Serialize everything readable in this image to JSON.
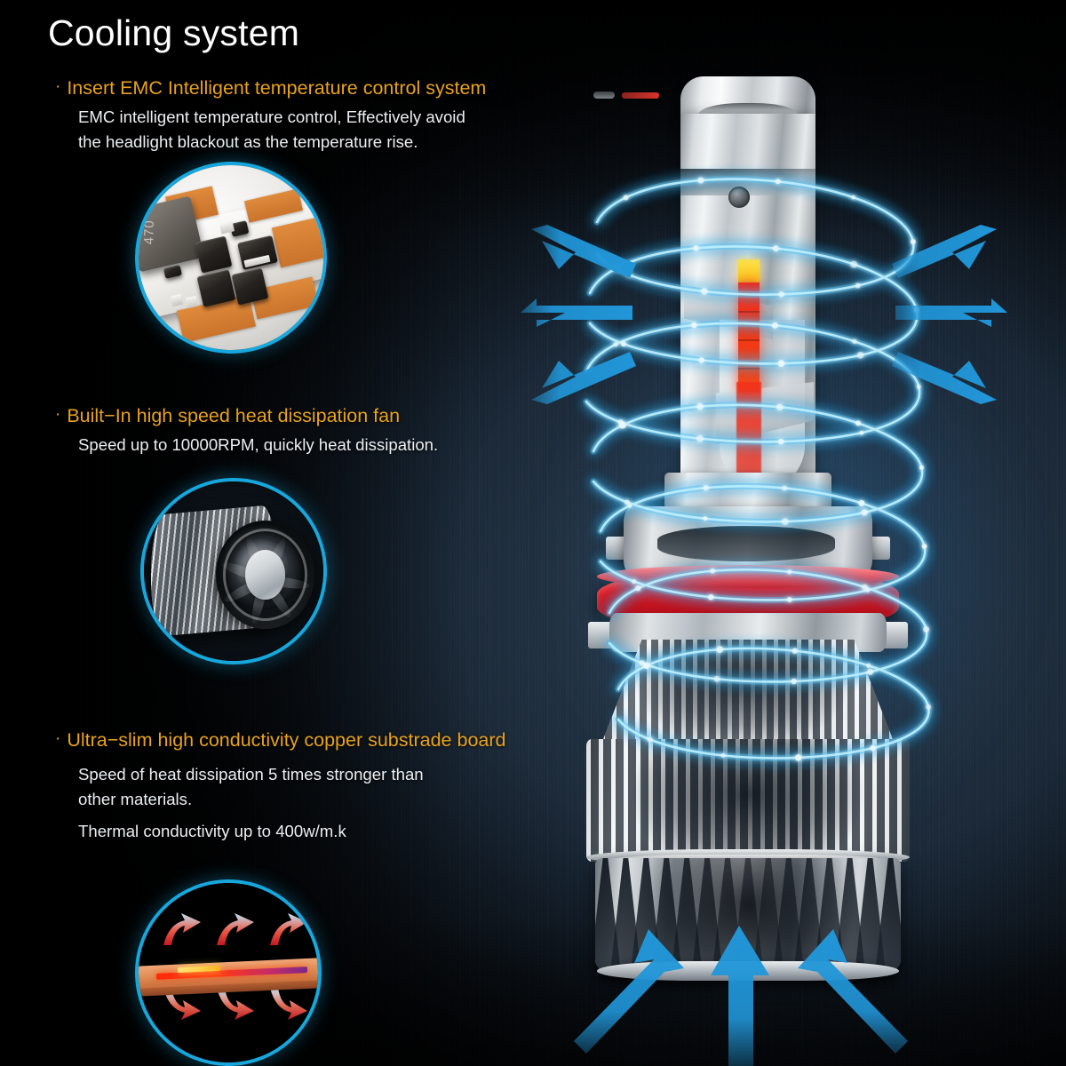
{
  "header": {
    "title": "Cooling system"
  },
  "colors": {
    "heading_accent": "#e8a21c",
    "body_text": "#eceff2",
    "arrow_blue": "#2196d8",
    "glow_cyan": "#28c8ff",
    "ring_cyan": "#17a7dd",
    "background": "#101820",
    "heat_red": "#f4331a",
    "heat_yellow": "#ffd44d",
    "copper": "#e08c52"
  },
  "features": [
    {
      "bullet": "·",
      "heading": "Insert EMC Intelligent temperature control system",
      "body_lines": [
        "EMC intelligent temperature control, Effectively avoid",
        "the headlight blackout as the temperature rise."
      ],
      "image_name": "emc-driver-pcb-photo",
      "image_caption_label": "470"
    },
    {
      "bullet": "·",
      "heading": "Built−In high speed heat dissipation fan",
      "body_lines": [
        "Speed up to 10000RPM, quickly heat dissipation."
      ],
      "image_name": "cooling-fan-photo"
    },
    {
      "bullet": "·",
      "heading": "Ultra−slim high conductivity copper substrade board",
      "body_lines": [
        "Speed of heat dissipation 5 times stronger than",
        "other materials.",
        "Thermal conductivity up to 400w/m.k"
      ],
      "image_name": "copper-substrate-diagram"
    }
  ],
  "product": {
    "name": "led-headlight-bulb",
    "parts": [
      "top-cap",
      "driver-shaft",
      "mounting-flange",
      "red-silicone-oring",
      "heatsink-cone",
      "heatsink-drum",
      "heatsink-base"
    ]
  },
  "airflow": {
    "label": "heat-dissipation-airflow",
    "left_arrow_count": 3,
    "right_arrow_count": 3,
    "bottom_arrow_count": 3
  }
}
